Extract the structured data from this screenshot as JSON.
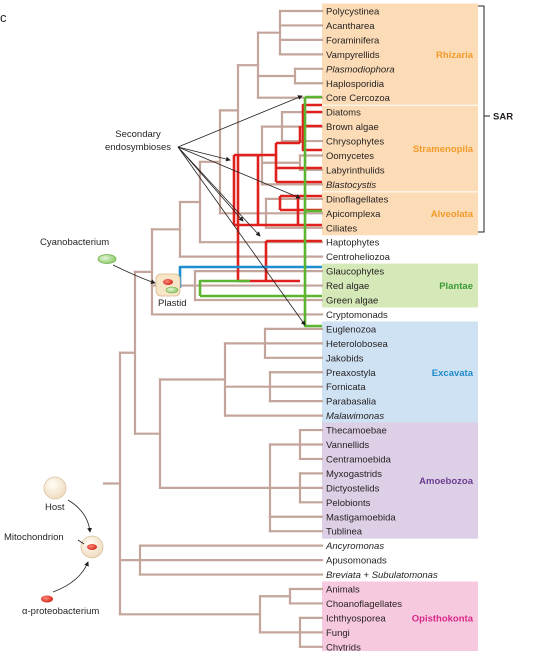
{
  "panel_letter": "c",
  "taxa": [
    {
      "name": "Polycystinea",
      "italic": false
    },
    {
      "name": "Acantharea",
      "italic": false
    },
    {
      "name": "Foraminifera",
      "italic": false
    },
    {
      "name": "Vampyrellids",
      "italic": false
    },
    {
      "name": "Plasmodiophora",
      "italic": true
    },
    {
      "name": "Haplosporidia",
      "italic": false
    },
    {
      "name": "Core Cercozoa",
      "italic": false
    },
    {
      "name": "Diatoms",
      "italic": false
    },
    {
      "name": "Brown algae",
      "italic": false
    },
    {
      "name": "Chrysophytes",
      "italic": false
    },
    {
      "name": "Oomycetes",
      "italic": false
    },
    {
      "name": "Labyrinthulids",
      "italic": false
    },
    {
      "name": "Blastocystis",
      "italic": true
    },
    {
      "name": "Dinoflagellates",
      "italic": false
    },
    {
      "name": "Apicomplexa",
      "italic": false
    },
    {
      "name": "Ciliates",
      "italic": false
    },
    {
      "name": "Haptophytes",
      "italic": false
    },
    {
      "name": "Centroheliozoa",
      "italic": false
    },
    {
      "name": "Glaucophytes",
      "italic": false
    },
    {
      "name": "Red algae",
      "italic": false
    },
    {
      "name": "Green algae",
      "italic": false
    },
    {
      "name": "Cryptomonads",
      "italic": false
    },
    {
      "name": "Euglenozoa",
      "italic": false
    },
    {
      "name": "Heterolobosea",
      "italic": false
    },
    {
      "name": "Jakobids",
      "italic": false
    },
    {
      "name": "Preaxostyla",
      "italic": false
    },
    {
      "name": "Fornicata",
      "italic": false
    },
    {
      "name": "Parabasalia",
      "italic": false
    },
    {
      "name": "Malawimonas",
      "italic": true
    },
    {
      "name": "Thecamoebae",
      "italic": false
    },
    {
      "name": "Vannellids",
      "italic": false
    },
    {
      "name": "Centramoebida",
      "italic": false
    },
    {
      "name": "Myxogastrids",
      "italic": false
    },
    {
      "name": "Dictyostelids",
      "italic": false
    },
    {
      "name": "Pelobionts",
      "italic": false
    },
    {
      "name": "Mastigamoebida",
      "italic": false
    },
    {
      "name": "Tublinea",
      "italic": false
    },
    {
      "name": "Ancyromonas",
      "italic": true
    },
    {
      "name": "Apusomonads",
      "italic": false
    },
    {
      "name": "Breviata + Subulatomonas",
      "italic": "mixed"
    },
    {
      "name": "Animals",
      "italic": false
    },
    {
      "name": "Choanoflagellates",
      "italic": false
    },
    {
      "name": "Ichthyosporea",
      "italic": false
    },
    {
      "name": "Fungi",
      "italic": false
    },
    {
      "name": "Chytrids",
      "italic": false
    }
  ],
  "breviata_parts": {
    "a": "Breviata",
    "b": " + ",
    "c": "Subulatomonas"
  },
  "groups": [
    {
      "name": "Rhizaria",
      "first": 0,
      "last": 6,
      "fill": "#fcdcb6",
      "color": "#f39a2a"
    },
    {
      "name": "Stramenopila",
      "first": 7,
      "last": 12,
      "fill": "#fcdcb6",
      "color": "#f39a2a"
    },
    {
      "name": "Alveolata",
      "first": 13,
      "last": 15,
      "fill": "#fcdcb6",
      "color": "#f39a2a"
    },
    {
      "name": "Plantae",
      "first": 18,
      "last": 20,
      "fill": "#d5e8b8",
      "color": "#3c9a34"
    },
    {
      "name": "Excavata",
      "first": 22,
      "last": 28,
      "fill": "#cfe2f3",
      "color": "#1f8ac9"
    },
    {
      "name": "Amoebozoa",
      "first": 29,
      "last": 36,
      "fill": "#ddd0e6",
      "color": "#6a3d8f"
    },
    {
      "name": "Opisthokonta",
      "first": 40,
      "last": 44,
      "fill": "#f7c9de",
      "color": "#d6268a"
    }
  ],
  "sar_label": "SAR",
  "annotations": {
    "secondary_line1": "Secondary",
    "secondary_line2": "endosymbioses",
    "cyanobacterium": "Cyanobacterium",
    "plastid": "Plastid",
    "host": "Host",
    "mitochondrion": "Mitochondrion",
    "proteobacterium": "α-proteobacterium"
  },
  "colors": {
    "tree": "#c4a59b",
    "red_algal_plastid": "#e0201d",
    "green_algal_plastid": "#5cb531",
    "primary_plastid": "#1f8ed1"
  }
}
